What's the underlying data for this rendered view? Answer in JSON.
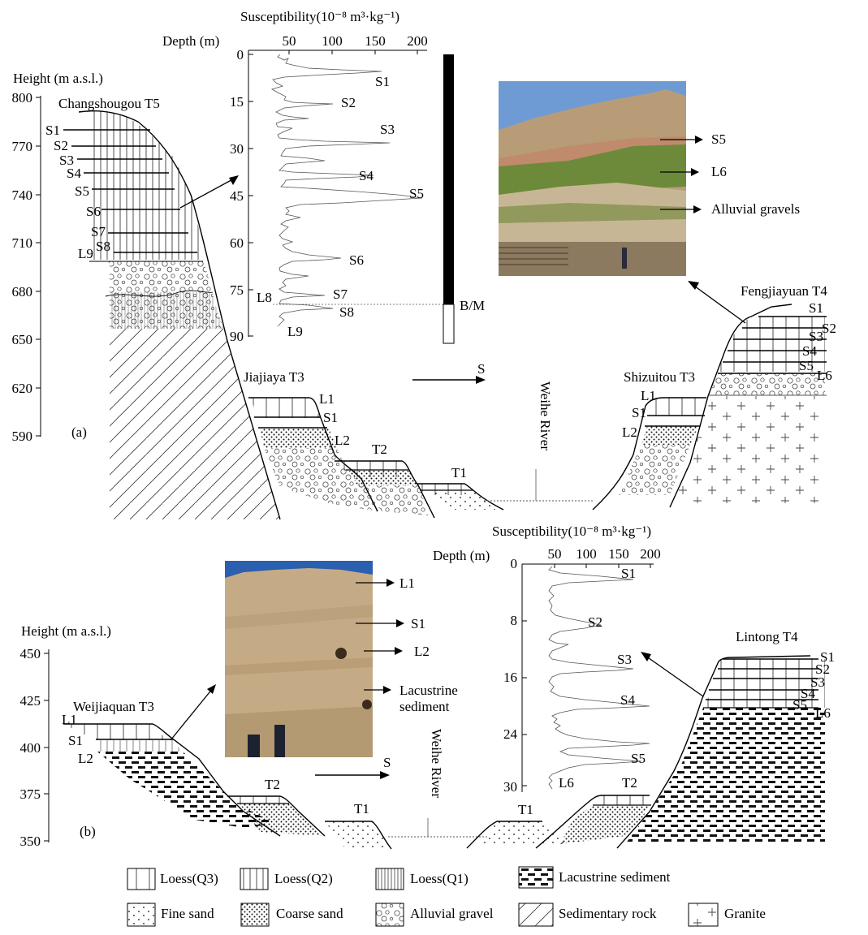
{
  "panel_a": {
    "label": "(a)",
    "height_axis": {
      "title": "Height (m a.s.l.)",
      "ticks": [
        "800",
        "770",
        "740",
        "710",
        "680",
        "650",
        "620",
        "590"
      ]
    },
    "susceptibility_axis": {
      "title": "Susceptibility(10⁻⁸ m³·kg⁻¹)",
      "ticks": [
        "50",
        "100",
        "150",
        "200"
      ]
    },
    "depth_axis": {
      "title": "Depth (m)",
      "ticks": [
        "0",
        "15",
        "30",
        "45",
        "60",
        "75",
        "90"
      ]
    },
    "curve_labels": [
      "S1",
      "S2",
      "S3",
      "S4",
      "S5",
      "S6",
      "S7",
      "S8",
      "L8",
      "L9"
    ],
    "boundary_label": "B/M",
    "sites": {
      "changshougou": "Changshougou T5",
      "jiajiaya": "Jiajiaya T3",
      "t2": "T2",
      "t1": "T1",
      "shizuitou": "Shizuitou T3",
      "fengjiayuan": "Fengjiayuan T4"
    },
    "changshougou_layers": [
      "S1",
      "S2",
      "S3",
      "S4",
      "S5",
      "S6",
      "S7",
      "S8",
      "L9"
    ],
    "jiajiaya_layers": [
      "L1",
      "S1",
      "L2"
    ],
    "shizuitou_layers": [
      "L1",
      "S1",
      "L2"
    ],
    "fengjiayuan_layers": [
      "S1",
      "S2",
      "S3",
      "S4",
      "S5",
      "L6"
    ],
    "direction": "S",
    "river": "Weihe River",
    "photo_labels": {
      "s5": "S5",
      "l6": "L6",
      "gravel": "Alluvial gravels"
    }
  },
  "panel_b": {
    "label": "(b)",
    "height_axis": {
      "title": "Height (m a.s.l.)",
      "ticks": [
        "450",
        "425",
        "400",
        "375",
        "350"
      ]
    },
    "susceptibility_axis": {
      "title": "Susceptibility(10⁻⁸ m³·kg⁻¹)",
      "ticks": [
        "50",
        "100",
        "150",
        "200"
      ]
    },
    "depth_axis": {
      "title": "Depth (m)",
      "ticks": [
        "0",
        "8",
        "16",
        "24",
        "30"
      ]
    },
    "curve_labels": [
      "S1",
      "S2",
      "S3",
      "S4",
      "S5",
      "L6"
    ],
    "sites": {
      "weijiaquan": "Weijiaquan T3",
      "t2_left": "T2",
      "t1_left": "T1",
      "t1_right": "T1",
      "t2_right": "T2",
      "lintong": "Lintong T4"
    },
    "weijiaquan_layers": [
      "L1",
      "S1",
      "L2"
    ],
    "lintong_layers": [
      "S1",
      "S2",
      "S3",
      "S4",
      "S5",
      "L6"
    ],
    "direction": "S",
    "river": "Weihe River",
    "photo_labels": {
      "l1": "L1",
      "s1": "S1",
      "l2": "L2",
      "lac1": "Lacustrine",
      "lac2": "sediment"
    }
  },
  "legend": [
    "Loess(Q3)",
    "Loess(Q2)",
    "Loess(Q1)",
    "Lacustrine sediment",
    "Fine sand",
    "Coarse sand",
    "Alluvial gravel",
    "Sedimentary rock",
    "Granite"
  ],
  "colors": {
    "sky": "#2f6bb5",
    "grass": "#5f7a36",
    "sediment": "#c8b48a",
    "loess_cliff": "#b69b76",
    "line": "#000000"
  }
}
